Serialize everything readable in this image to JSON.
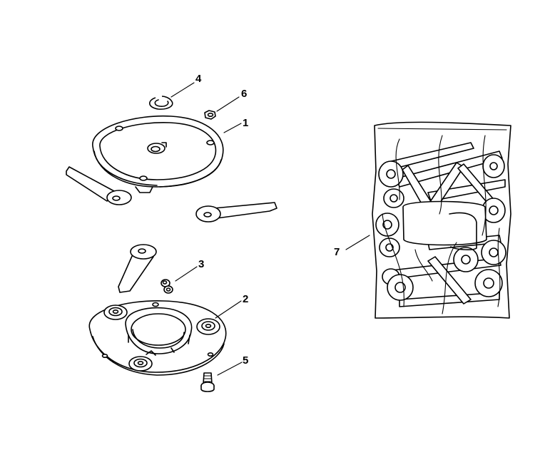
{
  "diagram": {
    "callouts": [
      {
        "id": "part-1",
        "label": "1"
      },
      {
        "id": "part-2",
        "label": "2"
      },
      {
        "id": "part-3",
        "label": "3"
      },
      {
        "id": "part-4",
        "label": "4"
      },
      {
        "id": "part-5",
        "label": "5"
      },
      {
        "id": "part-6",
        "label": "6"
      },
      {
        "id": "part-7",
        "label": "7"
      }
    ]
  }
}
